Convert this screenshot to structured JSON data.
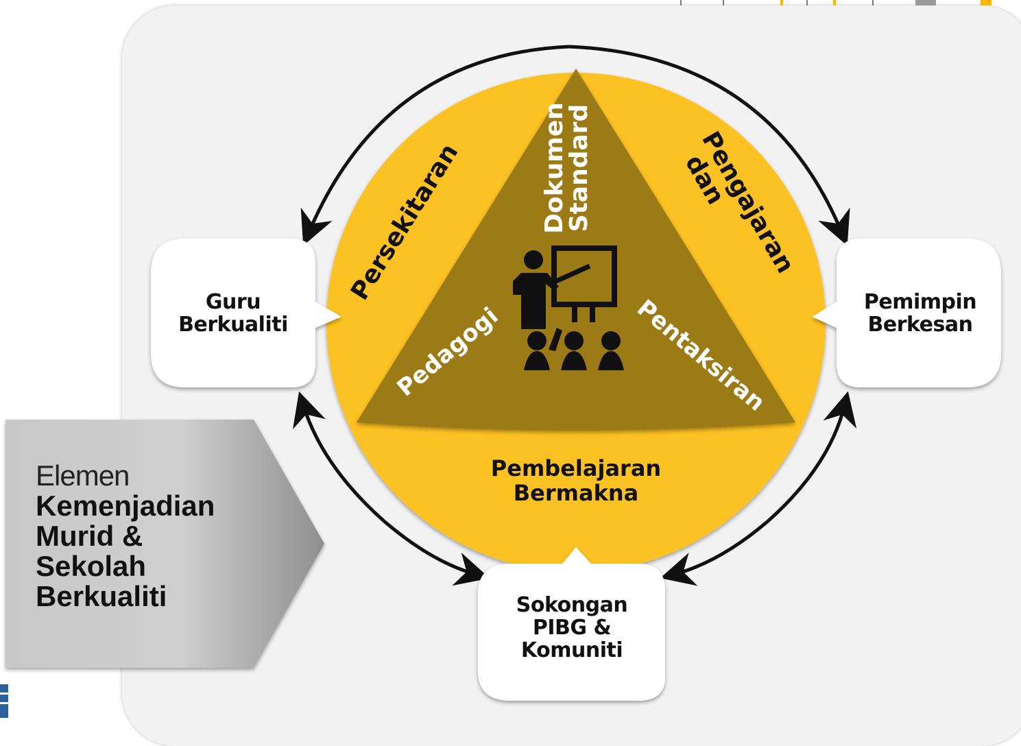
{
  "diagram": {
    "center_triangle": {
      "top_label": "Dokumen Standard",
      "left_label": "Pedagogi",
      "right_label": "Pentaksiran",
      "icon": "teacher-presentation-icon"
    },
    "circle_labels": {
      "top_left": "Persekitaran",
      "top_right_line1": "Pengajaran",
      "top_right_line2": "dan",
      "bottom_line1": "Pembelajaran",
      "bottom_line2": "Bermakna"
    },
    "nodes": {
      "left_line1": "Guru",
      "left_line2": "Berkualiti",
      "right_line1": "Pemimpin",
      "right_line2": "Berkesan",
      "bottom_line1": "Sokongan",
      "bottom_line2": "PIBG &",
      "bottom_line3": "Komuniti"
    },
    "side_arrow": {
      "line1": "Elemen",
      "line2": "Kemenjadian",
      "line3": "Murid &",
      "line4": "Sekolah",
      "line5": "Berkualiti"
    },
    "colors": {
      "circle": "#fcc124",
      "triangle": "#9c7a14",
      "panel": "#f2f2f2",
      "bubble": "#ffffff",
      "text_dark": "#111111",
      "text_light": "#ffffff"
    }
  }
}
